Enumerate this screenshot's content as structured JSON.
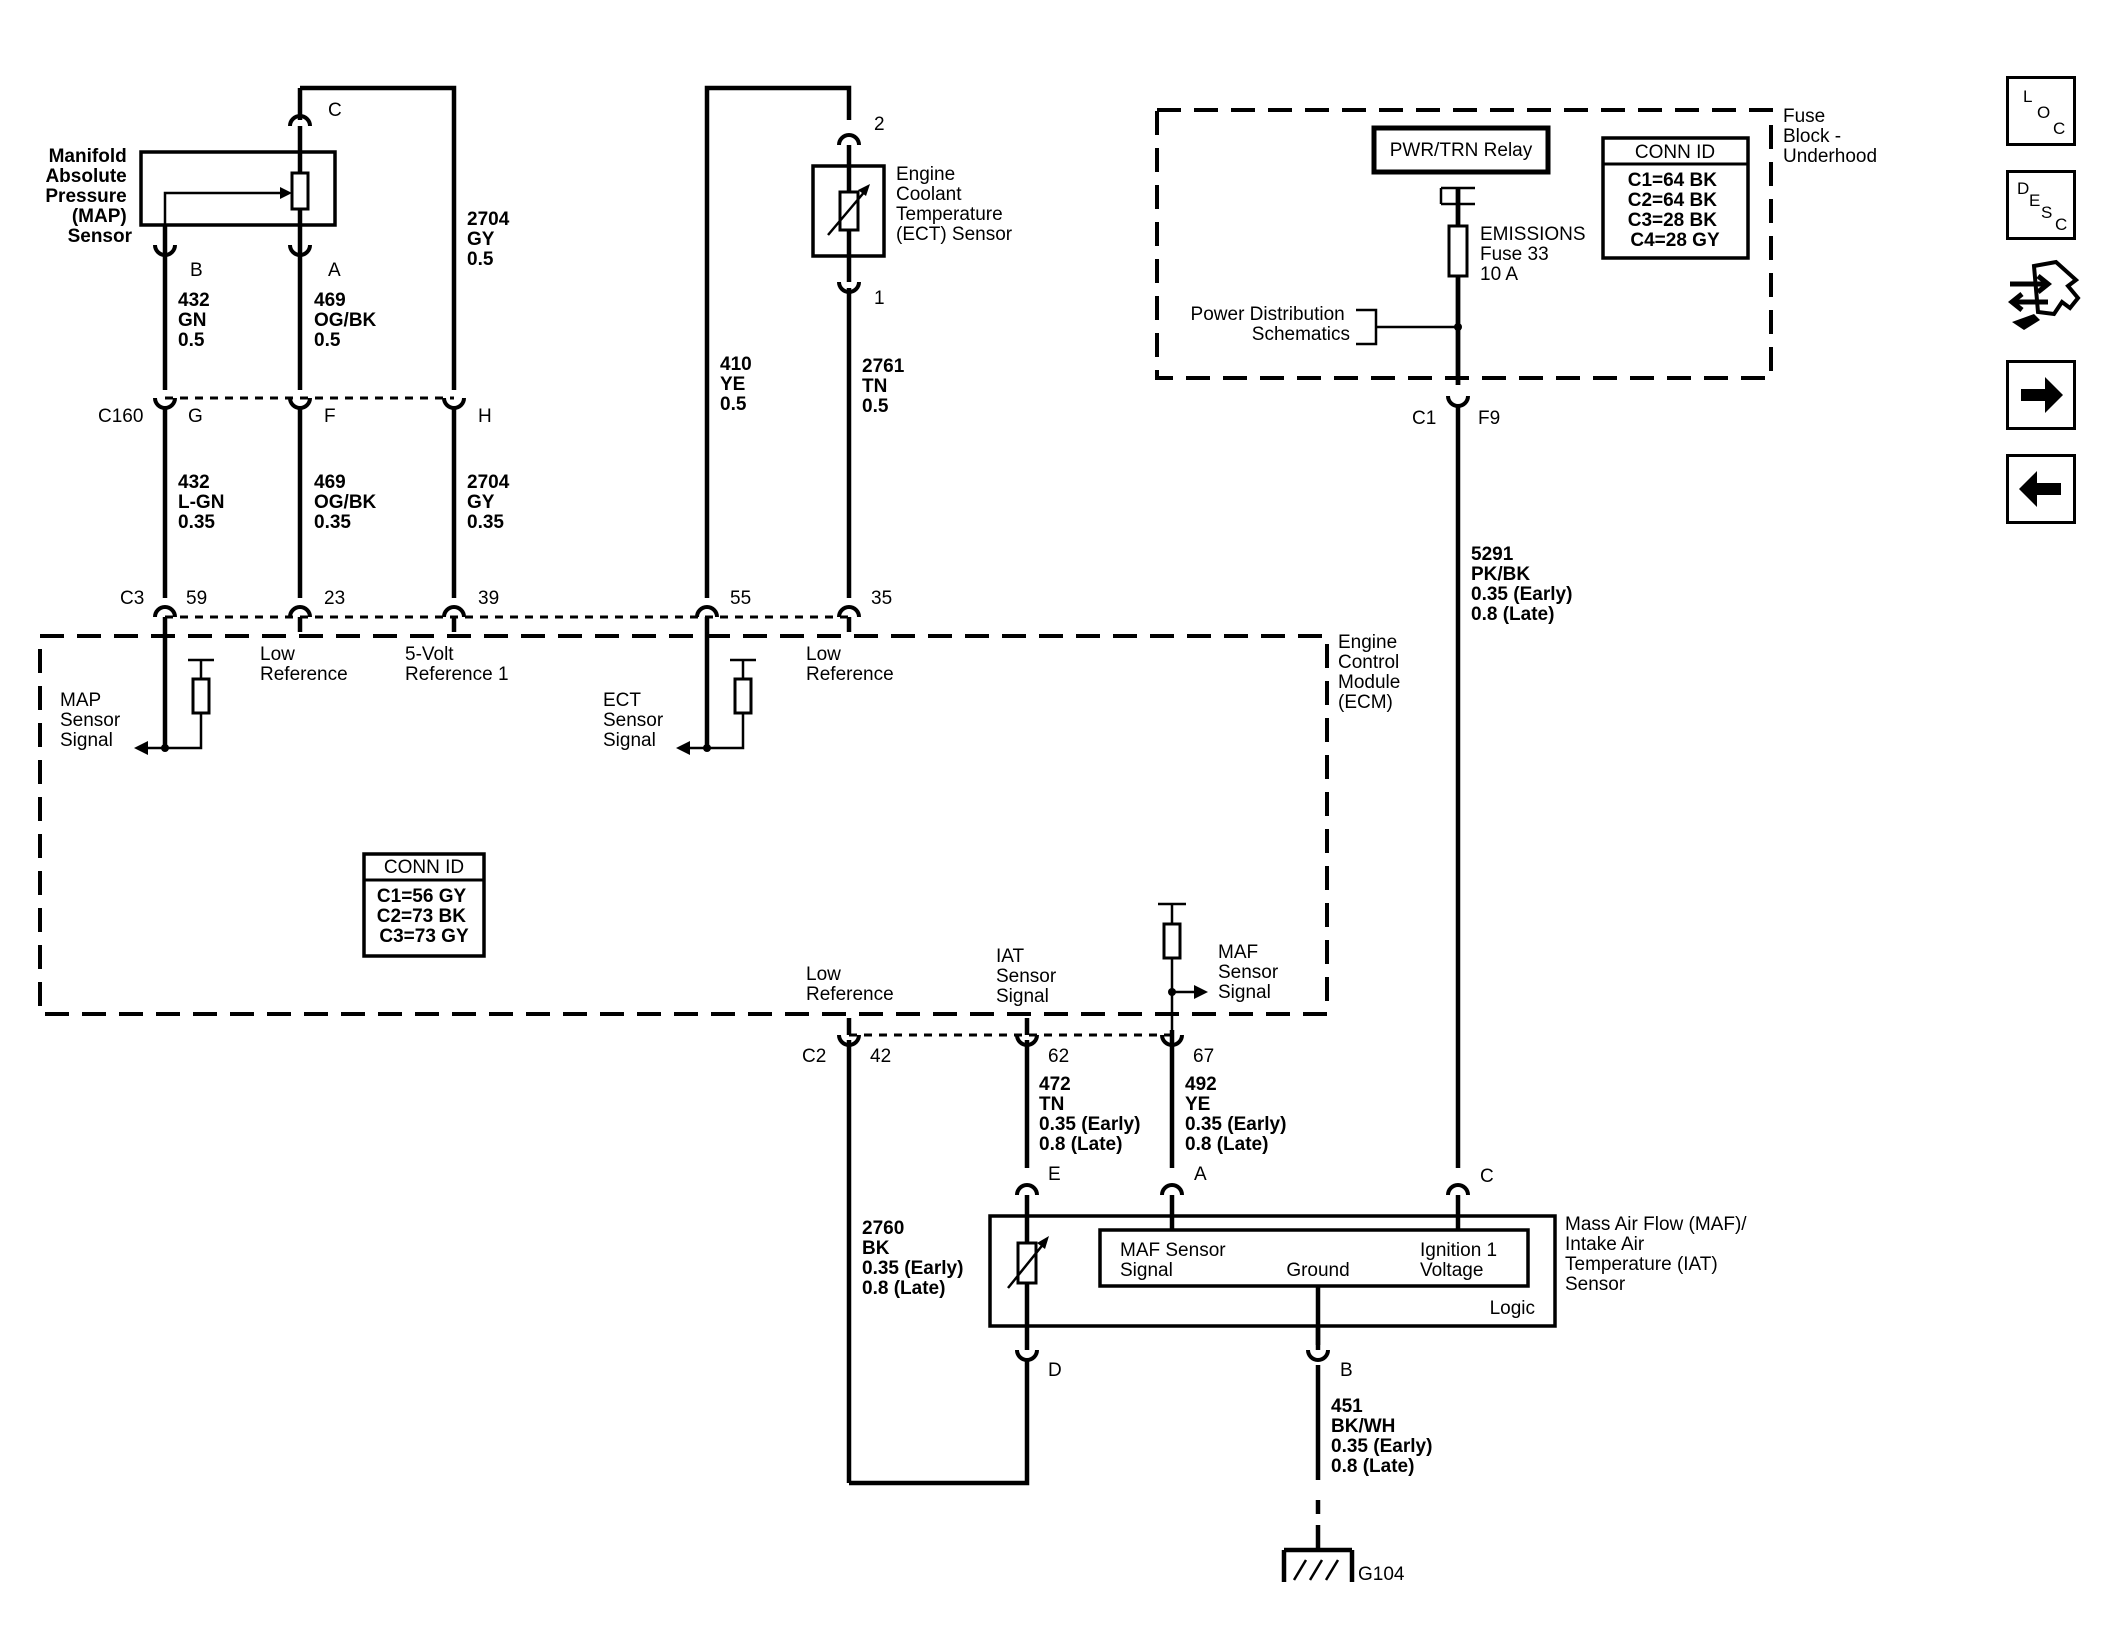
{
  "map_sensor": {
    "name": [
      "Manifold",
      "Absolute",
      "Pressure",
      "(MAP)",
      "Sensor"
    ],
    "pin_b": "B",
    "pin_a": "A",
    "pin_c": "C"
  },
  "ect_sensor": {
    "name": [
      "Engine",
      "Coolant",
      "Temperature",
      "(ECT) Sensor"
    ],
    "pin_2": "2",
    "pin_1": "1"
  },
  "wires": {
    "w432_upper": [
      "432",
      "GN",
      "0.5"
    ],
    "w469_upper": [
      "469",
      "OG/BK",
      "0.5"
    ],
    "w2704_upper": [
      "2704",
      "GY",
      "0.5"
    ],
    "w432_lower": [
      "432",
      "L-GN",
      "0.35"
    ],
    "w469_lower": [
      "469",
      "OG/BK",
      "0.35"
    ],
    "w2704_lower": [
      "2704",
      "GY",
      "0.35"
    ],
    "w410": [
      "410",
      "YE",
      "0.5"
    ],
    "w2761": [
      "2761",
      "TN",
      "0.5"
    ],
    "w5291": [
      "5291",
      "PK/BK",
      "0.35 (Early)",
      "0.8 (Late)"
    ],
    "w472": [
      "472",
      "TN",
      "0.35 (Early)",
      "0.8 (Late)"
    ],
    "w492": [
      "492",
      "YE",
      "0.35 (Early)",
      "0.8 (Late)"
    ],
    "w2760": [
      "2760",
      "BK",
      "0.35 (Early)",
      "0.8 (Late)"
    ],
    "w451": [
      "451",
      "BK/WH",
      "0.35 (Early)",
      "0.8 (Late)"
    ]
  },
  "c160": {
    "label": "C160",
    "g": "G",
    "f": "F",
    "h": "H"
  },
  "c3": {
    "label": "C3",
    "p59": "59",
    "p23": "23",
    "p39": "39",
    "p55": "55",
    "p35": "35"
  },
  "c2": {
    "label": "C2",
    "p42": "42",
    "p62": "62",
    "p67": "67"
  },
  "c1": {
    "label": "C1",
    "f9": "F9"
  },
  "ecm": {
    "name": [
      "Engine",
      "Control",
      "Module",
      "(ECM)"
    ],
    "map_signal": [
      "MAP",
      "Sensor",
      "Signal"
    ],
    "low_ref_1": [
      "Low",
      "Reference"
    ],
    "five_volt_ref": [
      "5-Volt",
      "Reference 1"
    ],
    "ect_signal": [
      "ECT",
      "Sensor",
      "Signal"
    ],
    "low_ref_2": [
      "Low",
      "Reference"
    ],
    "low_ref_3": [
      "Low",
      "Reference"
    ],
    "iat_signal": [
      "IAT",
      "Sensor",
      "Signal"
    ],
    "maf_signal": [
      "MAF",
      "Sensor",
      "Signal"
    ],
    "conn_id_title": "CONN ID",
    "conn_id_lines": [
      "C1=56 GY",
      "C2=73 BK",
      "C3=73 GY"
    ]
  },
  "fuse_block": {
    "name": [
      "Fuse",
      "Block -",
      "Underhood"
    ],
    "relay": "PWR/TRN Relay",
    "fuse": [
      "EMISSIONS",
      "Fuse 33",
      "10 A"
    ],
    "power_dist": [
      "Power Distribution",
      "Schematics"
    ],
    "conn_id_title": "CONN ID",
    "conn_id_lines": [
      "C1=64 BK",
      "C2=64 BK",
      "C3=28 BK",
      "C4=28 GY"
    ]
  },
  "maf_sensor": {
    "name": [
      "Mass Air Flow (MAF)/",
      "Intake Air",
      "Temperature (IAT)",
      "Sensor"
    ],
    "maf_signal": [
      "MAF Sensor",
      "Signal"
    ],
    "ground": "Ground",
    "ignition": [
      "Ignition 1",
      "Voltage"
    ],
    "logic": "Logic",
    "pin_e": "E",
    "pin_a": "A",
    "pin_c": "C",
    "pin_d": "D",
    "pin_b": "B"
  },
  "ground": {
    "label": "G104"
  },
  "nav": {
    "loc": [
      "L",
      "O",
      "C"
    ],
    "desc": [
      "D",
      "E",
      "S",
      "C"
    ]
  }
}
